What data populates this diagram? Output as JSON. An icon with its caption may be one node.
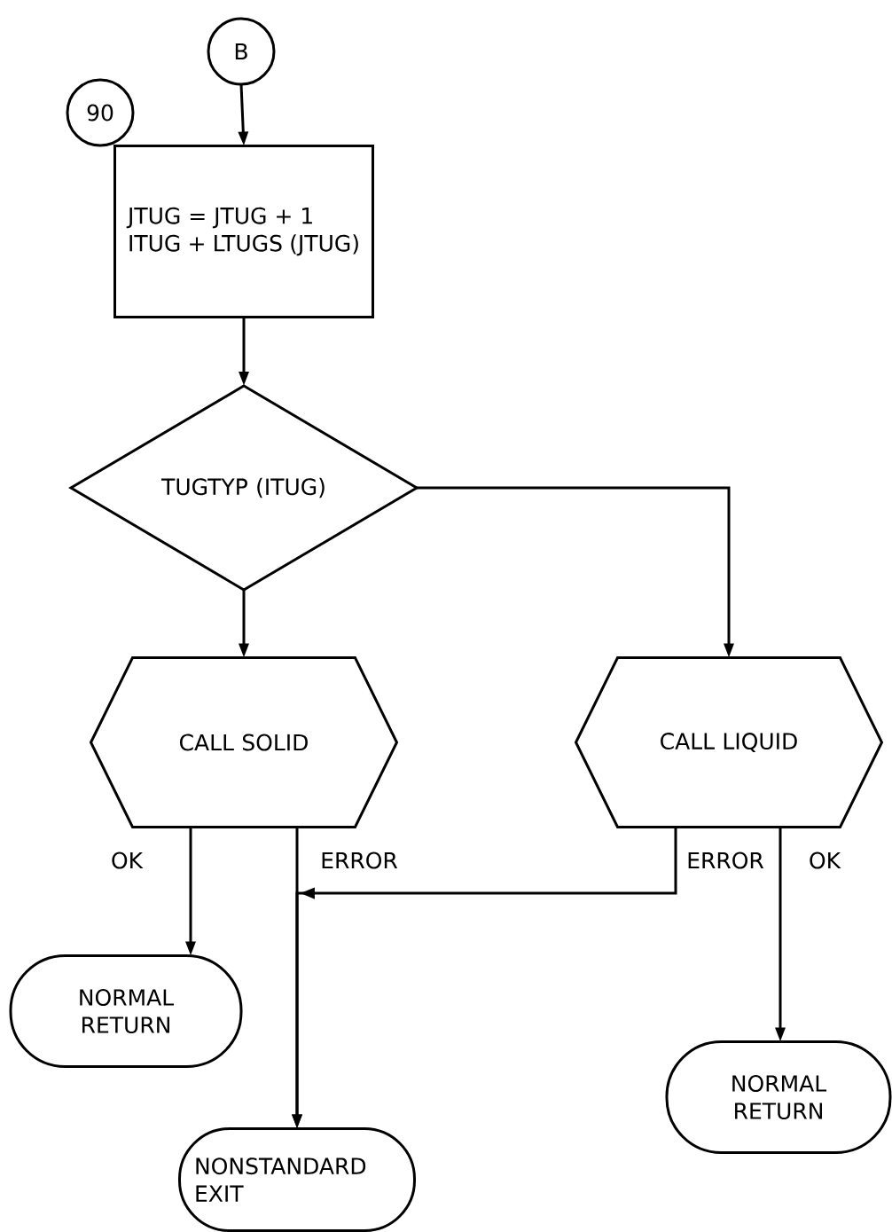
{
  "diagram": {
    "nodes": [
      {
        "text": [
          "90"
        ]
      },
      {
        "text": [
          "B"
        ]
      },
      {
        "text": [
          "JTUG = JTUG + 1",
          "ITUG + LTUGS (JTUG)"
        ]
      },
      {
        "text": [
          "TUGTYP (ITUG)"
        ]
      },
      {
        "text": [
          "CALL SOLID"
        ]
      },
      {
        "text": [
          "CALL LIQUID"
        ]
      },
      {
        "text": [
          "NORMAL RETURN"
        ]
      },
      {
        "text": [
          "NONSTANDARD EXIT"
        ]
      },
      {
        "text": [
          "NORMAL RETURN"
        ]
      }
    ],
    "edges": [
      {
        "from": 1,
        "to": 2,
        "arrow": "to"
      },
      {
        "from": 2,
        "to": 3,
        "arrow": "to"
      },
      {
        "from": 3,
        "to": 4,
        "arrow": "to"
      },
      {
        "from": 3,
        "to": 5,
        "arrow": "to"
      },
      {
        "from": 4,
        "to": 6,
        "arrow": "to",
        "label": "OK"
      },
      {
        "from": 4,
        "to": 7,
        "arrow": "to",
        "label": "ERROR"
      },
      {
        "from": 5,
        "to": 7,
        "arrow": "to",
        "label": "ERROR"
      },
      {
        "from": 5,
        "to": 8,
        "arrow": "to",
        "label": "OK"
      }
    ]
  }
}
